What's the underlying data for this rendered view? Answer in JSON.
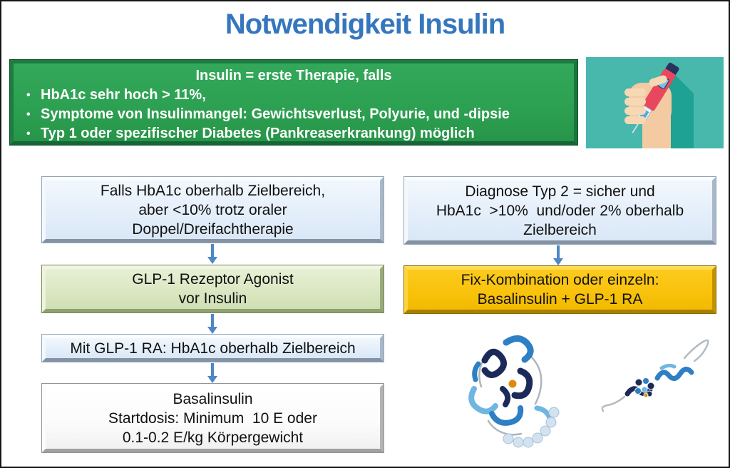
{
  "slide": {
    "title": "Notwendigkeit Insulin"
  },
  "green_panel": {
    "heading": "Insulin = erste Therapie, falls",
    "bullet_char": "•",
    "bullets": [
      "HbA1c sehr hoch > 11%,",
      "Symptome von Insulinmangel: Gewichtsverlust, Polyurie, und -dipsie",
      "Typ 1 oder spezifischer Diabetes (Pankreaserkrankung) möglich"
    ]
  },
  "left_flow": {
    "box1_lines": [
      "Falls HbA1c oberhalb Zielbereich,",
      "aber <10% trotz oraler",
      "Doppel/Dreifachtherapie"
    ],
    "box2_lines": [
      "GLP-1 Rezeptor Agonist",
      "vor Insulin"
    ],
    "box3_lines": [
      "Mit GLP-1 RA: HbA1c oberhalb Zielbereich"
    ],
    "box4_lines": [
      "Basalinsulin",
      "Startdosis: Minimum  10 E oder",
      "0.1-0.2 E/kg Körpergewicht"
    ]
  },
  "right_flow": {
    "box1_lines": [
      "Diagnose Typ 2 = sicher und",
      "HbA1c  >10%  und/oder 2% oberhalb",
      "Zielbereich"
    ],
    "box2_lines": [
      "Fix-Kombination oder einzeln:",
      "Basalinsulin + GLP-1 RA"
    ]
  },
  "illustrations": {
    "hand_pen": "hand-holding-insulin-pen",
    "protein_large": "insulin-hexamer-ribbon-structure",
    "protein_small": "insulin-monomer-ribbon-structure"
  },
  "colors": {
    "title_blue": "#3576be",
    "panel_green": "#2da152",
    "box_blue": "#e3eefa",
    "box_sage": "#dbe7c3",
    "box_white": "#fbfbfb",
    "box_yellow": "#f9c20c",
    "arrow_blue": "#4e86c6",
    "illustration_teal": "#47b8ab",
    "pen_red": "#e8485e",
    "text_dark": "#111111",
    "panel_text": "#ffffff"
  }
}
